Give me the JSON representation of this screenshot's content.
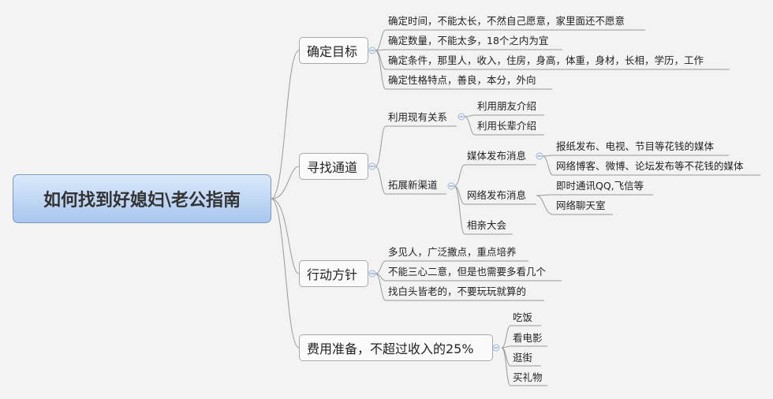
{
  "root": "如何找到好媳妇\\老公指南",
  "goals": {
    "label": "确定目标",
    "items": [
      "确定时间，不能太长，不然自己愿意，家里面还不愿意",
      "确定数量，不能太多，18个之内为宜",
      "确定条件，那里人，收入，住房，身高，体重，身材，长相，学历，工作",
      "确定性格特点，善良，本分，外向"
    ]
  },
  "channels": {
    "label": "寻找通道",
    "existing": {
      "label": "利用现有关系",
      "items": [
        "利用朋友介绍",
        "利用长辈介绍"
      ]
    },
    "new": {
      "label": "拓展新渠道",
      "media": {
        "label": "媒体发布消息",
        "items": [
          "报纸发布、电视、节目等花钱的媒体",
          "网络博客、微博、论坛发布等不花钱的媒体"
        ]
      },
      "online": {
        "label": "网络发布消息",
        "items": [
          "即时通讯QQ,飞信等",
          "网络聊天室"
        ]
      },
      "fair": "相亲大会"
    }
  },
  "actions": {
    "label": "行动方针",
    "items": [
      "多见人，广泛撒点，重点培养",
      "不能三心二意，但是也需要多看几个",
      "找白头皆老的，不要玩玩就算的"
    ]
  },
  "cost": {
    "label": "费用准备，不超过收入的25%",
    "items": [
      "吃饭",
      "看电影",
      "逛街",
      "买礼物"
    ]
  }
}
